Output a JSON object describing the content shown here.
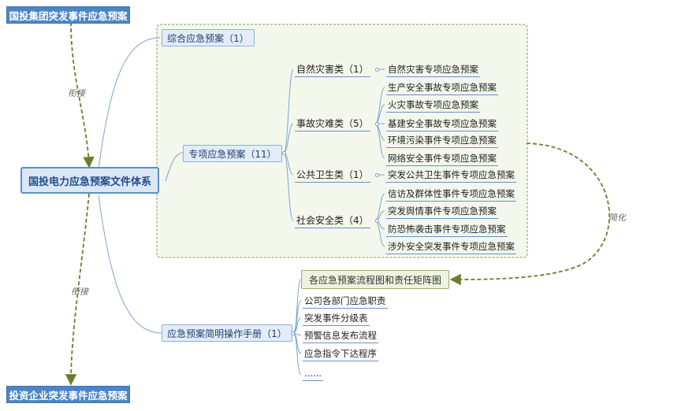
{
  "top_node": "国投集团突发事件应急预案",
  "bottom_node": "投资企业突发事件应急预案",
  "root": "国投电力应急预案文件体系",
  "link_labels": {
    "upper": "衔接",
    "lower": "衔接",
    "simplify": "简化"
  },
  "branches": {
    "general": "综合应急预案（1）",
    "special": "专项应急预案（11）",
    "manual": "应急预案简明操作手册（1）"
  },
  "categories": [
    {
      "name": "自然灾害类（1）",
      "items": [
        "自然灾害专项应急预案"
      ]
    },
    {
      "name": "事故灾难类（5）",
      "items": [
        "生产安全事故专项应急预案",
        "火灾事故专项应急预案",
        "基建安全事故专项应急预案",
        "环境污染事件专项应急预案",
        "网络安全事件专项应急预案"
      ]
    },
    {
      "name": "公共卫生类（1）",
      "items": [
        "突发公共卫生事件专项应急预案"
      ]
    },
    {
      "name": "社会安全类（4）",
      "items": [
        "信访及群体性事件专项应急预案",
        "突发舆情事件专项应急预案",
        "防恐怖袭击事件专项应急预案",
        "涉外安全突发事件专项应急预案"
      ]
    }
  ],
  "manual_items": [
    "各应急预案流程图和责任矩阵图",
    "公司各部门应急职责",
    "突发事件分级表",
    "预警信息发布流程",
    "应急指令下达程序",
    "......"
  ],
  "colors": {
    "blue": "#4a86c5",
    "olive": "#6b7d2e",
    "line": "#7fa3d0",
    "dashbox": "#8a9a5b"
  }
}
